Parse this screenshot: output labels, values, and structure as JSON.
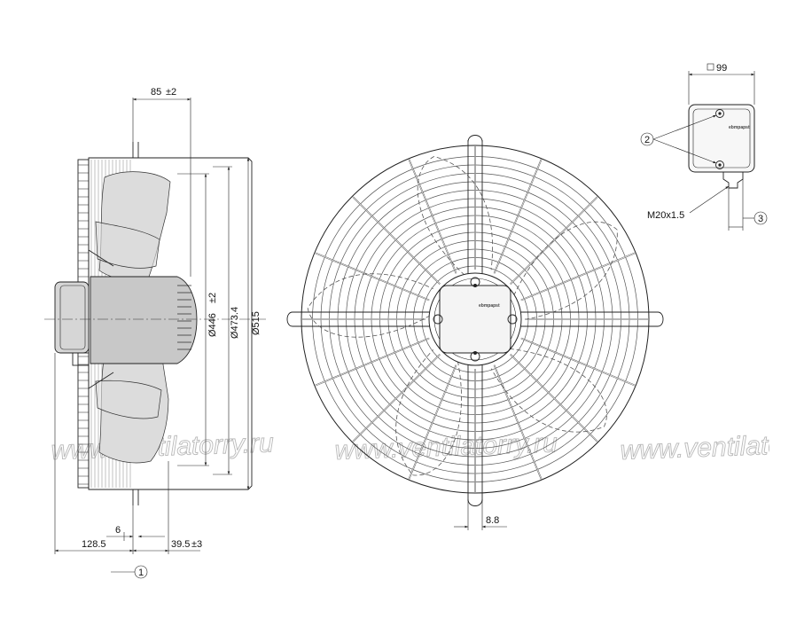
{
  "dimensions": {
    "hub_depth": "85",
    "hub_depth_tol": "±2",
    "blade_diameter": "Ø446",
    "blade_diameter_tol": "±2",
    "ring_diameter": "Ø473.4",
    "outer_diameter": "Ø515",
    "overall_depth": "128.5",
    "flange_thickness": "6",
    "rear_offset": "39.5",
    "rear_offset_tol": "±3",
    "slot_width": "8.8",
    "terminal_box_size": "99",
    "cable_gland": "M20x1.5"
  },
  "callouts": {
    "c1": "1",
    "c2": "2",
    "c3": "3"
  },
  "brand_label": "ebmpapst",
  "watermark": "www.ventilatorry.ru",
  "colors": {
    "line": "#222222",
    "watermark": "#b9b9b9",
    "blade_fill": "#dcdcdc",
    "motor_fill": "#c8c8c8"
  }
}
